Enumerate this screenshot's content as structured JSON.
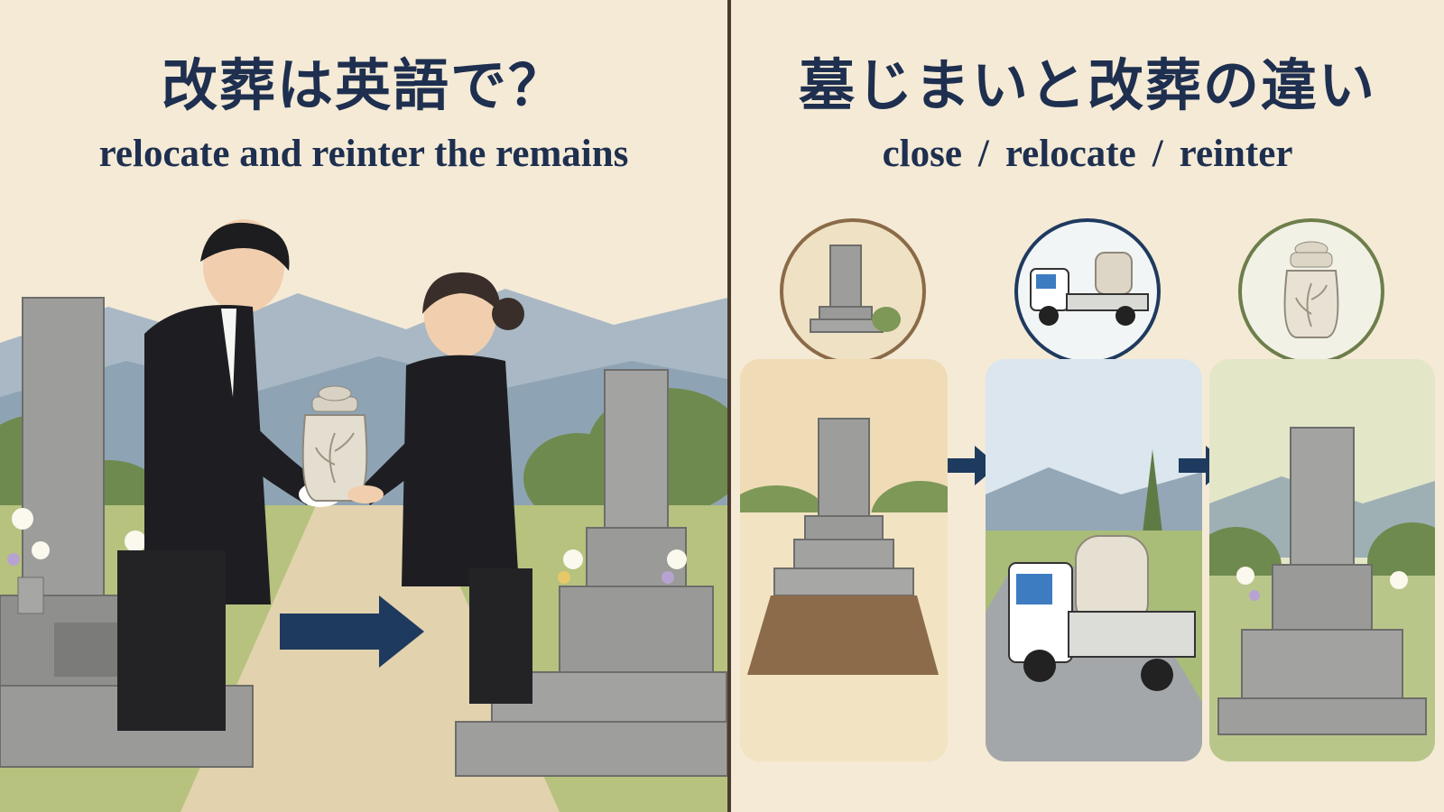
{
  "left_panel": {
    "title_jp": "改葬は英語で？",
    "title_en": "relocate and reinter the remains"
  },
  "right_panel": {
    "title_jp": "墓じまいと改葬の違い",
    "steps": [
      {
        "label": "close",
        "icon": "gravestone-icon"
      },
      {
        "label": "relocate",
        "icon": "truck-with-urn-icon"
      },
      {
        "label": "reinter",
        "icon": "urn-icon"
      }
    ],
    "separator": "/"
  },
  "colors": {
    "title": "#1e2f4f",
    "arrow": "#1f3a5f",
    "stone": "#9a9a98",
    "stone_dark": "#7b7b79",
    "background": "#f4ead6",
    "divider": "#4a3b2c"
  }
}
